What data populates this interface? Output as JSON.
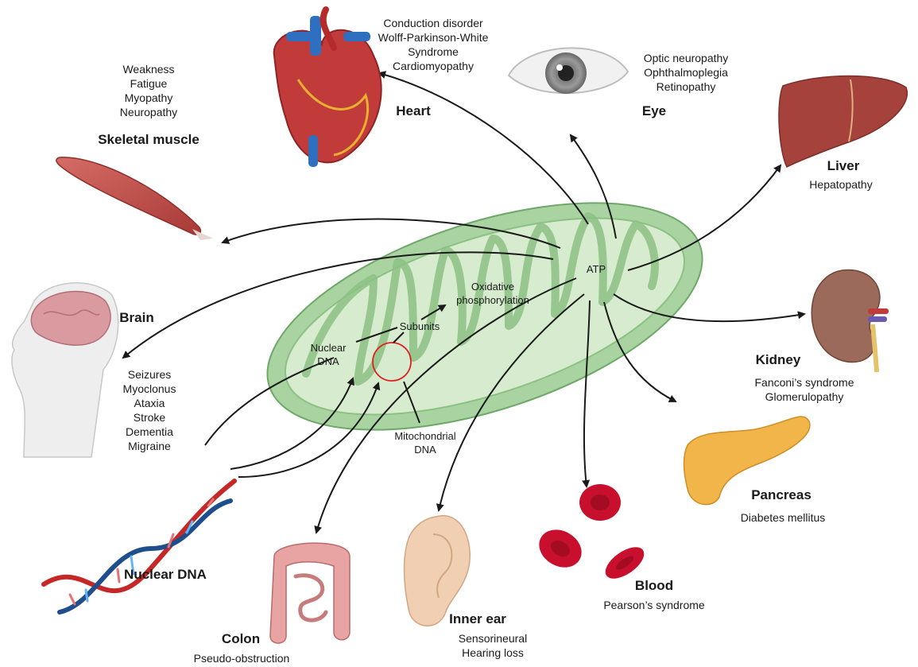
{
  "colors": {
    "arrow": "#1a1a1a",
    "mito_outer": "#a9d3a1",
    "mito_inner": "#d7eccf",
    "mito_edge": "#6ea868",
    "highlight_circle": "#e02020",
    "muscle": "#c0504d",
    "blood": "#c8102e",
    "dna_red": "#c62828",
    "dna_blue": "#1f4e8c",
    "pancreas": "#f2b54a",
    "kidney": "#9c6a5a",
    "liver": "#a6423c",
    "brain": "#d99aa0",
    "skin": "#eeeeee",
    "colon": "#e8a3a3",
    "ear": "#f0cfb2"
  },
  "center": {
    "atp": "ATP",
    "oxidative": [
      "Oxidative",
      "phosphorylation"
    ],
    "subunits": "Subunits",
    "nuclear_dna": [
      "Nuclear",
      "DNA"
    ],
    "mito_dna": [
      "Mitochondrial",
      "DNA"
    ]
  },
  "organs": {
    "heart": {
      "name": "Heart",
      "icon": "heart-icon",
      "symptoms": [
        "Conduction disorder",
        "Wolff-Parkinson-White",
        "Syndrome",
        "Cardiomyopathy"
      ]
    },
    "eye": {
      "name": "Eye",
      "icon": "eye-icon",
      "symptoms": [
        "Optic neuropathy",
        "Ophthalmoplegia",
        "Retinopathy"
      ]
    },
    "skeletal_muscle": {
      "name": "Skeletal muscle",
      "icon": "muscle-icon",
      "symptoms": [
        "Weakness",
        "Fatigue",
        "Myopathy",
        "Neuropathy"
      ]
    },
    "liver": {
      "name": "Liver",
      "icon": "liver-icon",
      "symptoms": [
        "Hepatopathy"
      ]
    },
    "brain": {
      "name": "Brain",
      "icon": "brain-icon",
      "symptoms": [
        "Seizures",
        "Myoclonus",
        "Ataxia",
        "Stroke",
        "Dementia",
        "Migraine"
      ]
    },
    "kidney": {
      "name": "Kidney",
      "icon": "kidney-icon",
      "symptoms": [
        "Fanconi’s syndrome",
        "Glomerulopathy"
      ]
    },
    "pancreas": {
      "name": "Pancreas",
      "icon": "pancreas-icon",
      "symptoms": [
        "Diabetes mellitus"
      ]
    },
    "blood": {
      "name": "Blood",
      "icon": "red-blood-cells-icon",
      "symptoms": [
        "Pearson’s syndrome"
      ]
    },
    "inner_ear": {
      "name": "Inner ear",
      "icon": "ear-icon",
      "symptoms": [
        "Sensorineural",
        "Hearing loss"
      ]
    },
    "colon": {
      "name": "Colon",
      "icon": "colon-icon",
      "symptoms": [
        "Pseudo-obstruction"
      ]
    },
    "nuclear_dna": {
      "name": "Nuclear DNA",
      "icon": "dna-helix-icon"
    }
  }
}
